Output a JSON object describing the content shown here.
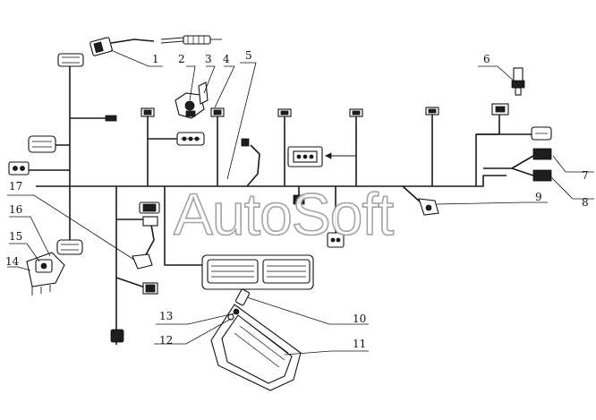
{
  "watermark": "AutoSoft",
  "callouts": [
    {
      "id": "c1",
      "label": "1"
    },
    {
      "id": "c2",
      "label": "2"
    },
    {
      "id": "c3",
      "label": "3"
    },
    {
      "id": "c4",
      "label": "4"
    },
    {
      "id": "c5",
      "label": "5"
    },
    {
      "id": "c6",
      "label": "6"
    },
    {
      "id": "c7",
      "label": "7"
    },
    {
      "id": "c8",
      "label": "8"
    },
    {
      "id": "c9",
      "label": "9"
    },
    {
      "id": "c10",
      "label": "10"
    },
    {
      "id": "c11",
      "label": "11"
    },
    {
      "id": "c12",
      "label": "12"
    },
    {
      "id": "c13",
      "label": "13"
    },
    {
      "id": "c14",
      "label": "14"
    },
    {
      "id": "c15",
      "label": "15"
    },
    {
      "id": "c16",
      "label": "16"
    },
    {
      "id": "c17",
      "label": "17"
    }
  ]
}
